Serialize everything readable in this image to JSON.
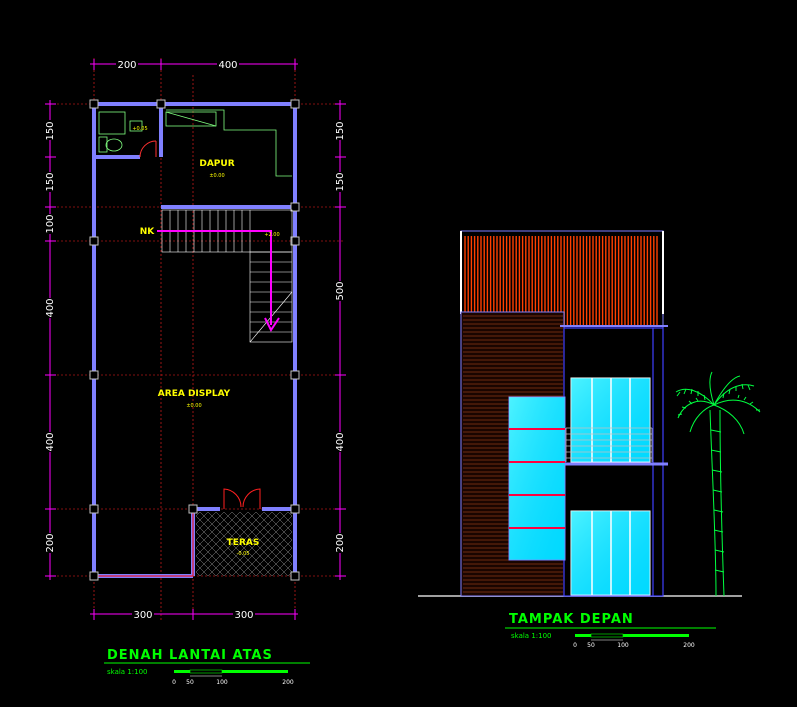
{
  "plan": {
    "title": "DENAH LANTAI ATAS",
    "scale": "skala 1:100",
    "scale_marks": [
      "0",
      "50",
      "100",
      "200"
    ],
    "dims_top": [
      "200",
      "400"
    ],
    "dims_bottom": [
      "300",
      "300"
    ],
    "dims_left": [
      "150",
      "150",
      "100",
      "400",
      "400",
      "200"
    ],
    "dims_right": [
      "150",
      "150",
      "500",
      "400",
      "200"
    ],
    "rooms": {
      "dapur": "DAPUR",
      "dapur_level": "±0.00",
      "kmwc_level": "+0.05",
      "nk": "NK",
      "nk_level": "+2.00",
      "display": "AREA DISPLAY",
      "display_level": "±0.00",
      "teras": "TERAS",
      "teras_level": "-0.05"
    }
  },
  "facade": {
    "title": "TAMPAK DEPAN",
    "scale": "skala 1:100",
    "scale_marks": [
      "0",
      "50",
      "100",
      "200"
    ]
  },
  "colors": {
    "background": "#000000",
    "wall": "#8080ff",
    "dimension": "#ff00ff",
    "gridline": "#ff0000",
    "text_label": "#ffff00",
    "title": "#00ff00",
    "glass": "#00ffff",
    "roof": "#ff4000"
  }
}
